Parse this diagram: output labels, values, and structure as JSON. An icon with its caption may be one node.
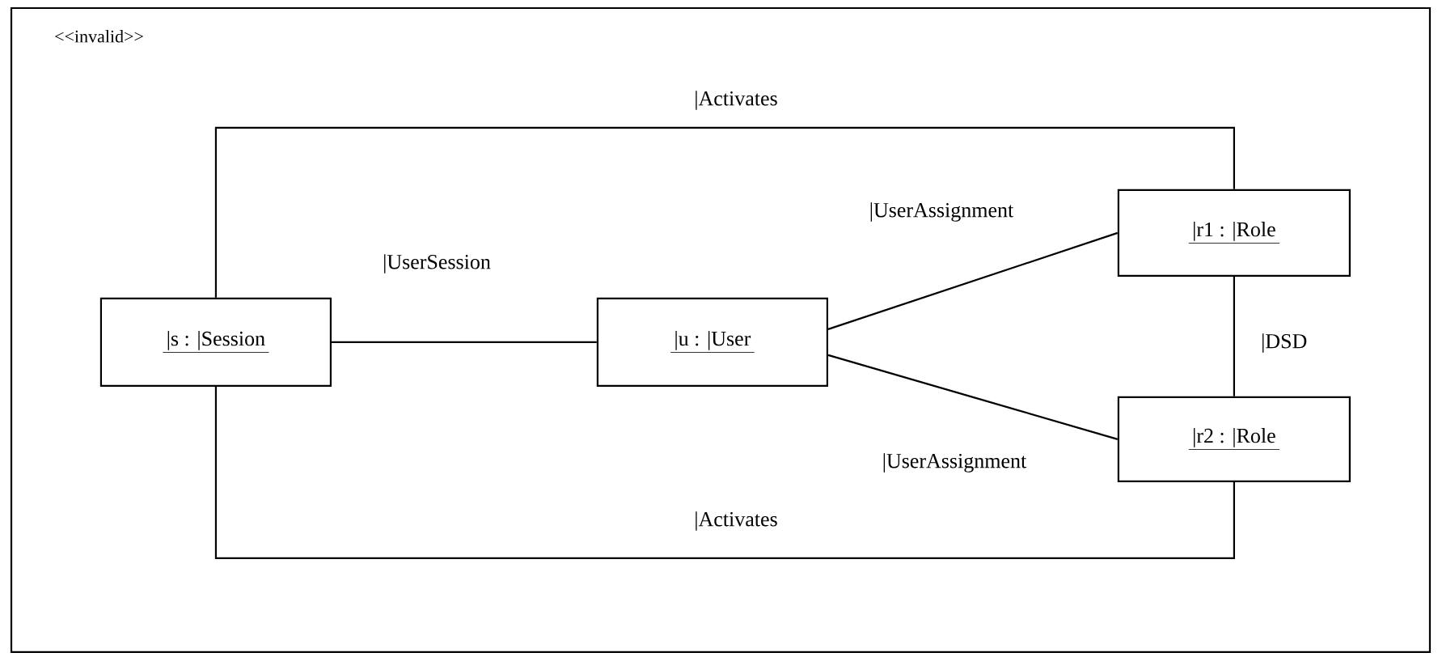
{
  "diagram": {
    "nodes": [
      {
        "text": [
          "<<invalid>>"
        ]
      },
      {
        "text": [
          "|s : |Session"
        ],
        "in": 0
      },
      {
        "text": [
          "|u : |User"
        ],
        "in": 0
      },
      {
        "text": [
          "|r1 : |Role"
        ],
        "in": 0
      },
      {
        "text": [
          "|r2 : |Role"
        ],
        "in": 0
      }
    ],
    "edges": [
      {
        "from": 1,
        "to": 2,
        "arrow": "none",
        "label": "|UserSession"
      },
      {
        "from": 2,
        "to": 3,
        "arrow": "none",
        "label": "|UserAssignment"
      },
      {
        "from": 2,
        "to": 4,
        "arrow": "none",
        "label": "|UserAssignment"
      },
      {
        "from": 1,
        "to": 3,
        "arrow": "none",
        "label": "|Activates"
      },
      {
        "from": 1,
        "to": 4,
        "arrow": "none",
        "label": "|Activates"
      },
      {
        "from": 3,
        "to": 4,
        "arrow": "none",
        "label": "|DSD"
      }
    ]
  }
}
